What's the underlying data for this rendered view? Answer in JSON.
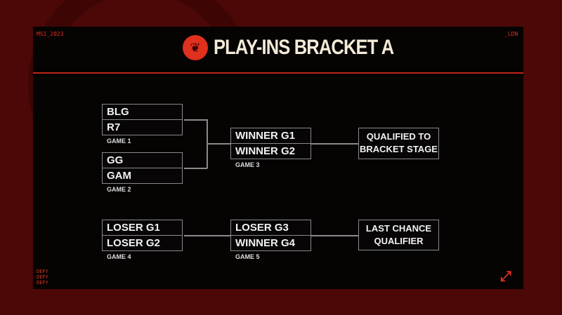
{
  "header": {
    "left_tag": "MSI_2023",
    "right_tag": "_LDN",
    "title": "PLAY-INS BRACKET A"
  },
  "games": [
    {
      "label": "GAME 1",
      "teams": [
        "BLG",
        "R7"
      ]
    },
    {
      "label": "GAME 2",
      "teams": [
        "GG",
        "GAM"
      ]
    },
    {
      "label": "GAME 3",
      "teams": [
        "WINNER G1",
        "WINNER G2"
      ]
    },
    {
      "label": "GAME 4",
      "teams": [
        "LOSER G1",
        "LOSER G2"
      ]
    },
    {
      "label": "GAME 5",
      "teams": [
        "LOSER G3",
        "WINNER G4"
      ]
    }
  ],
  "outcomes": {
    "qualified": "QUALIFIED TO BRACKET STAGE",
    "last_chance": "LAST CHANCE QUALIFIER"
  },
  "footer": {
    "defy_tags": [
      "DEFY",
      "DEFY",
      "DEFY"
    ]
  },
  "colors": {
    "accent": "#e0301e",
    "background": "#4c0707"
  }
}
